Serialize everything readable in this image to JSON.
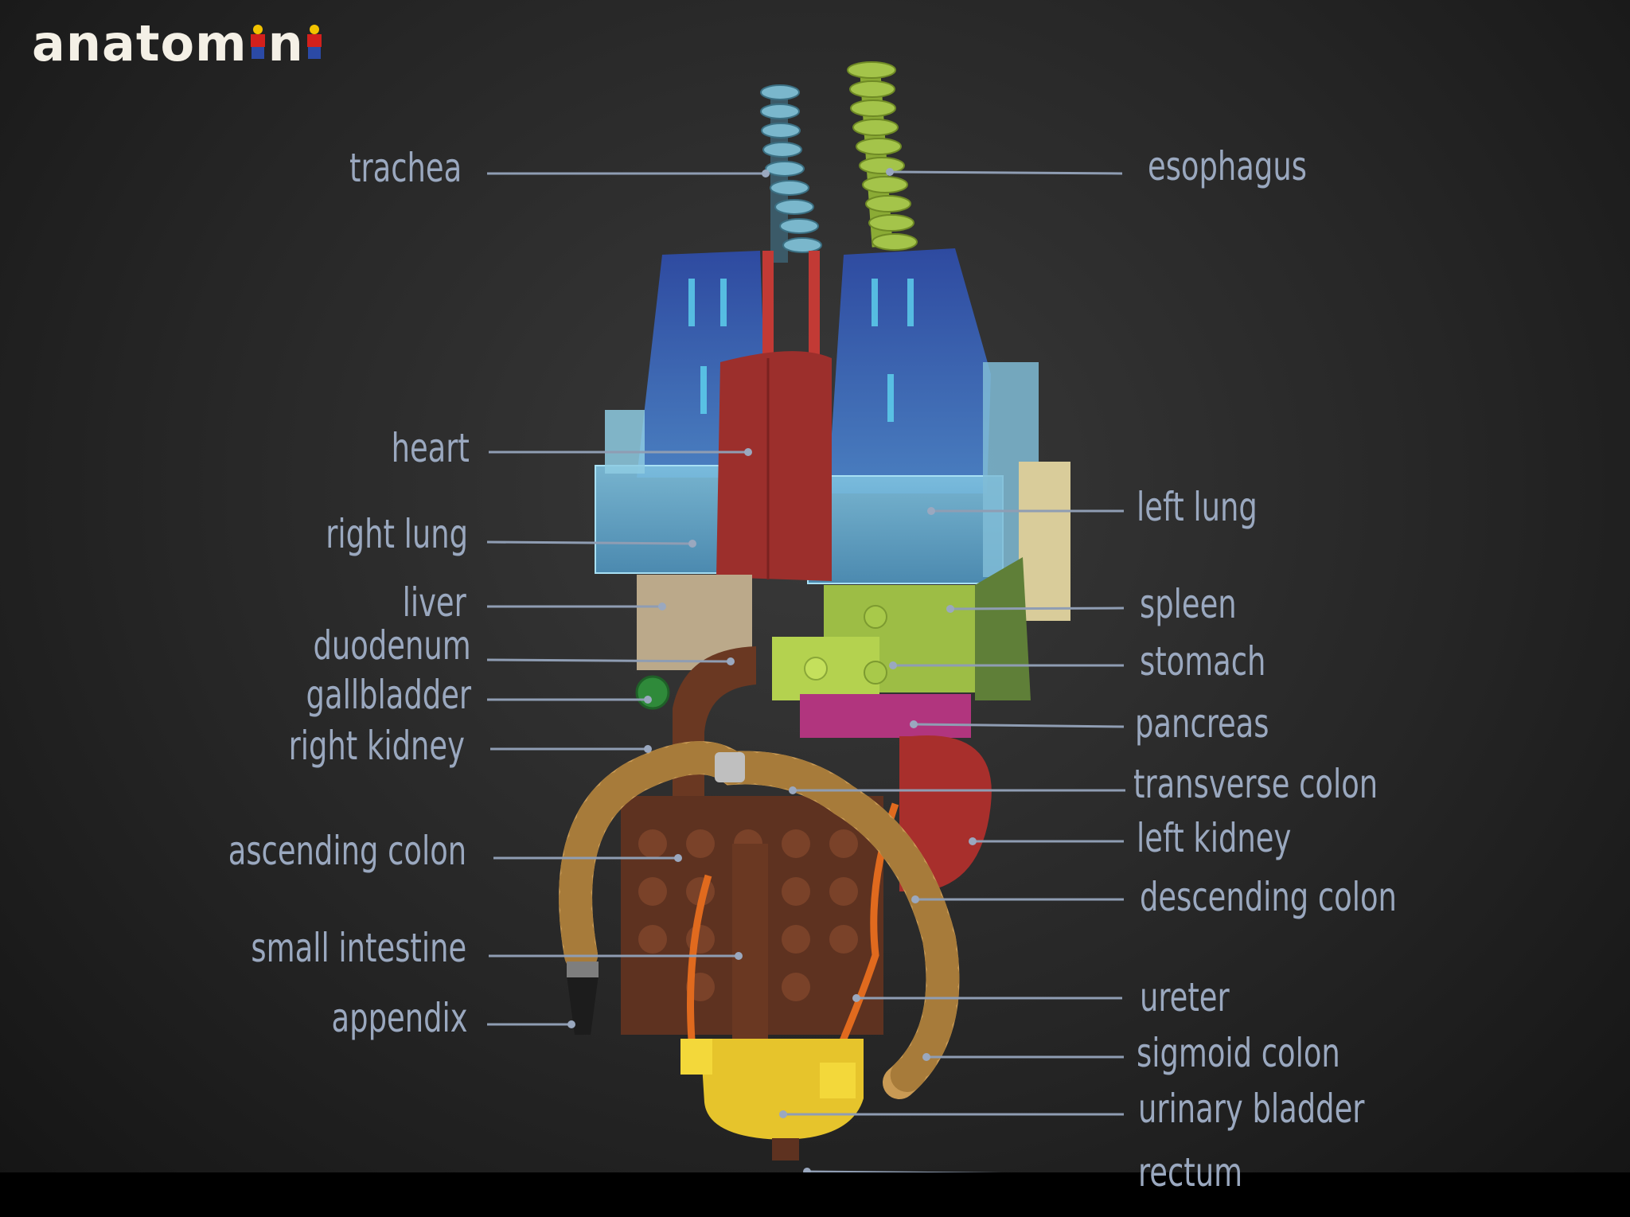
{
  "logo": {
    "text_prefix": "anatom",
    "text_suffix": "n"
  },
  "colors": {
    "label": "#9aa8bf",
    "background": "#262626"
  },
  "labels": {
    "trachea": "trachea",
    "esophagus": "esophagus",
    "heart": "heart",
    "left_lung": "left lung",
    "right_lung": "right lung",
    "liver": "liver",
    "spleen": "spleen",
    "duodenum": "duodenum",
    "stomach": "stomach",
    "gallbladder": "gallbladder",
    "pancreas": "pancreas",
    "right_kidney": "right kidney",
    "transverse_colon": "transverse colon",
    "left_kidney": "left kidney",
    "ascending_colon": "ascending colon",
    "descending_colon": "descending colon",
    "small_intestine": "small intestine",
    "ureter": "ureter",
    "appendix": "appendix",
    "sigmoid_colon": "sigmoid colon",
    "urinary_bladder": "urinary bladder",
    "rectum": "rectum"
  }
}
